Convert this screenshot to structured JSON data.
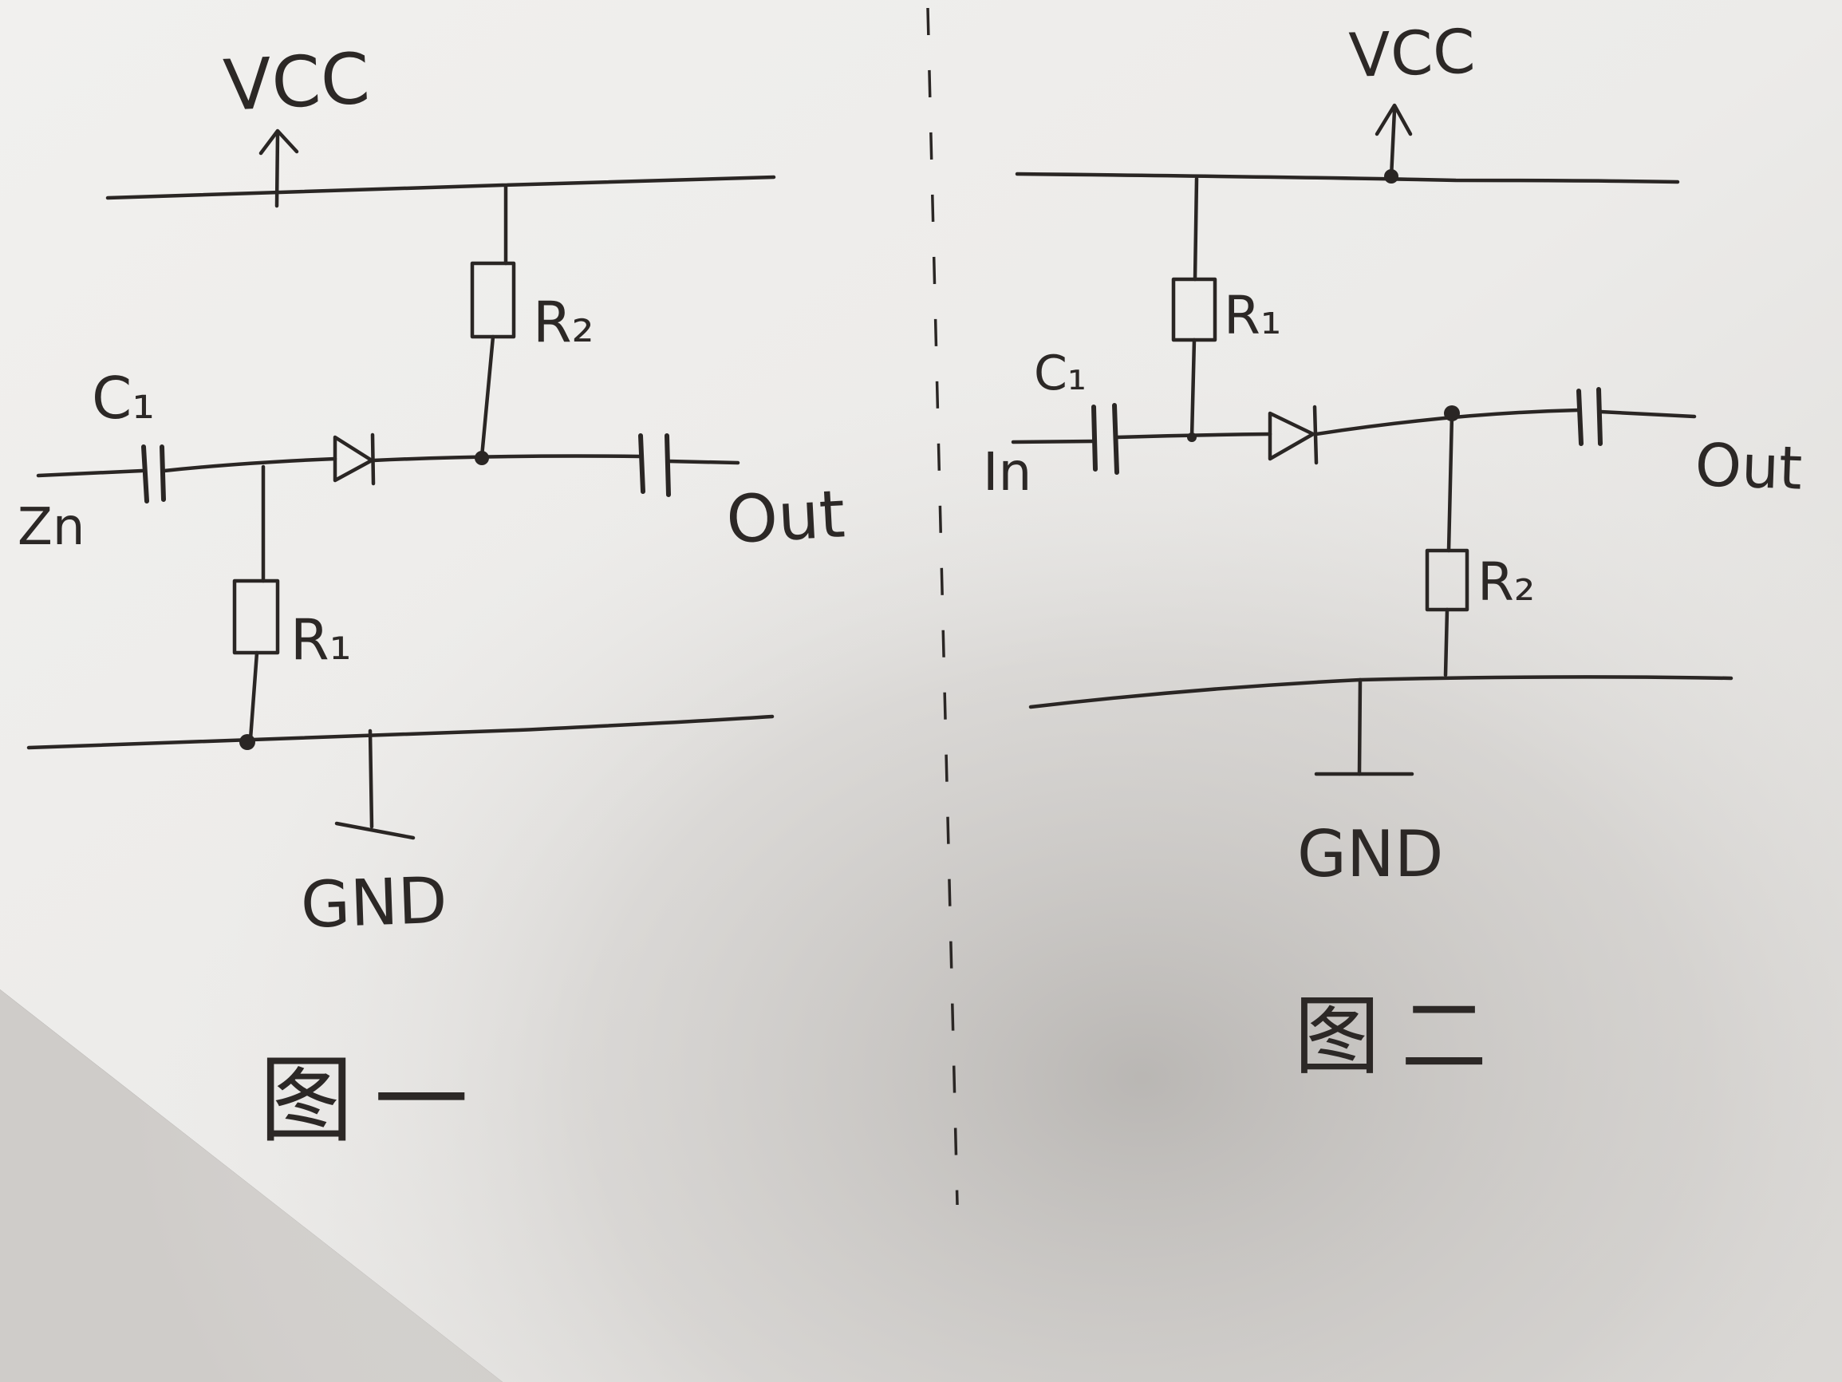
{
  "figure_1": {
    "vcc_label": "VCC",
    "gnd_label": "GND",
    "in_label": "Zn",
    "out_label": "Out",
    "c1_label": "C₁",
    "r1_label": "R₁",
    "r2_label": "R₂",
    "caption": "图一"
  },
  "figure_2": {
    "vcc_label": "VCC",
    "gnd_label": "GND",
    "in_label": "In",
    "out_label": "Out",
    "c1_label": "C₁",
    "r1_label": "R₁",
    "r2_label": "R₂",
    "caption": "图二"
  },
  "colors": {
    "paper": "#efeeec",
    "ink": "#2a2624",
    "shadow": "#b9b6b3",
    "background": "#3a3634"
  }
}
